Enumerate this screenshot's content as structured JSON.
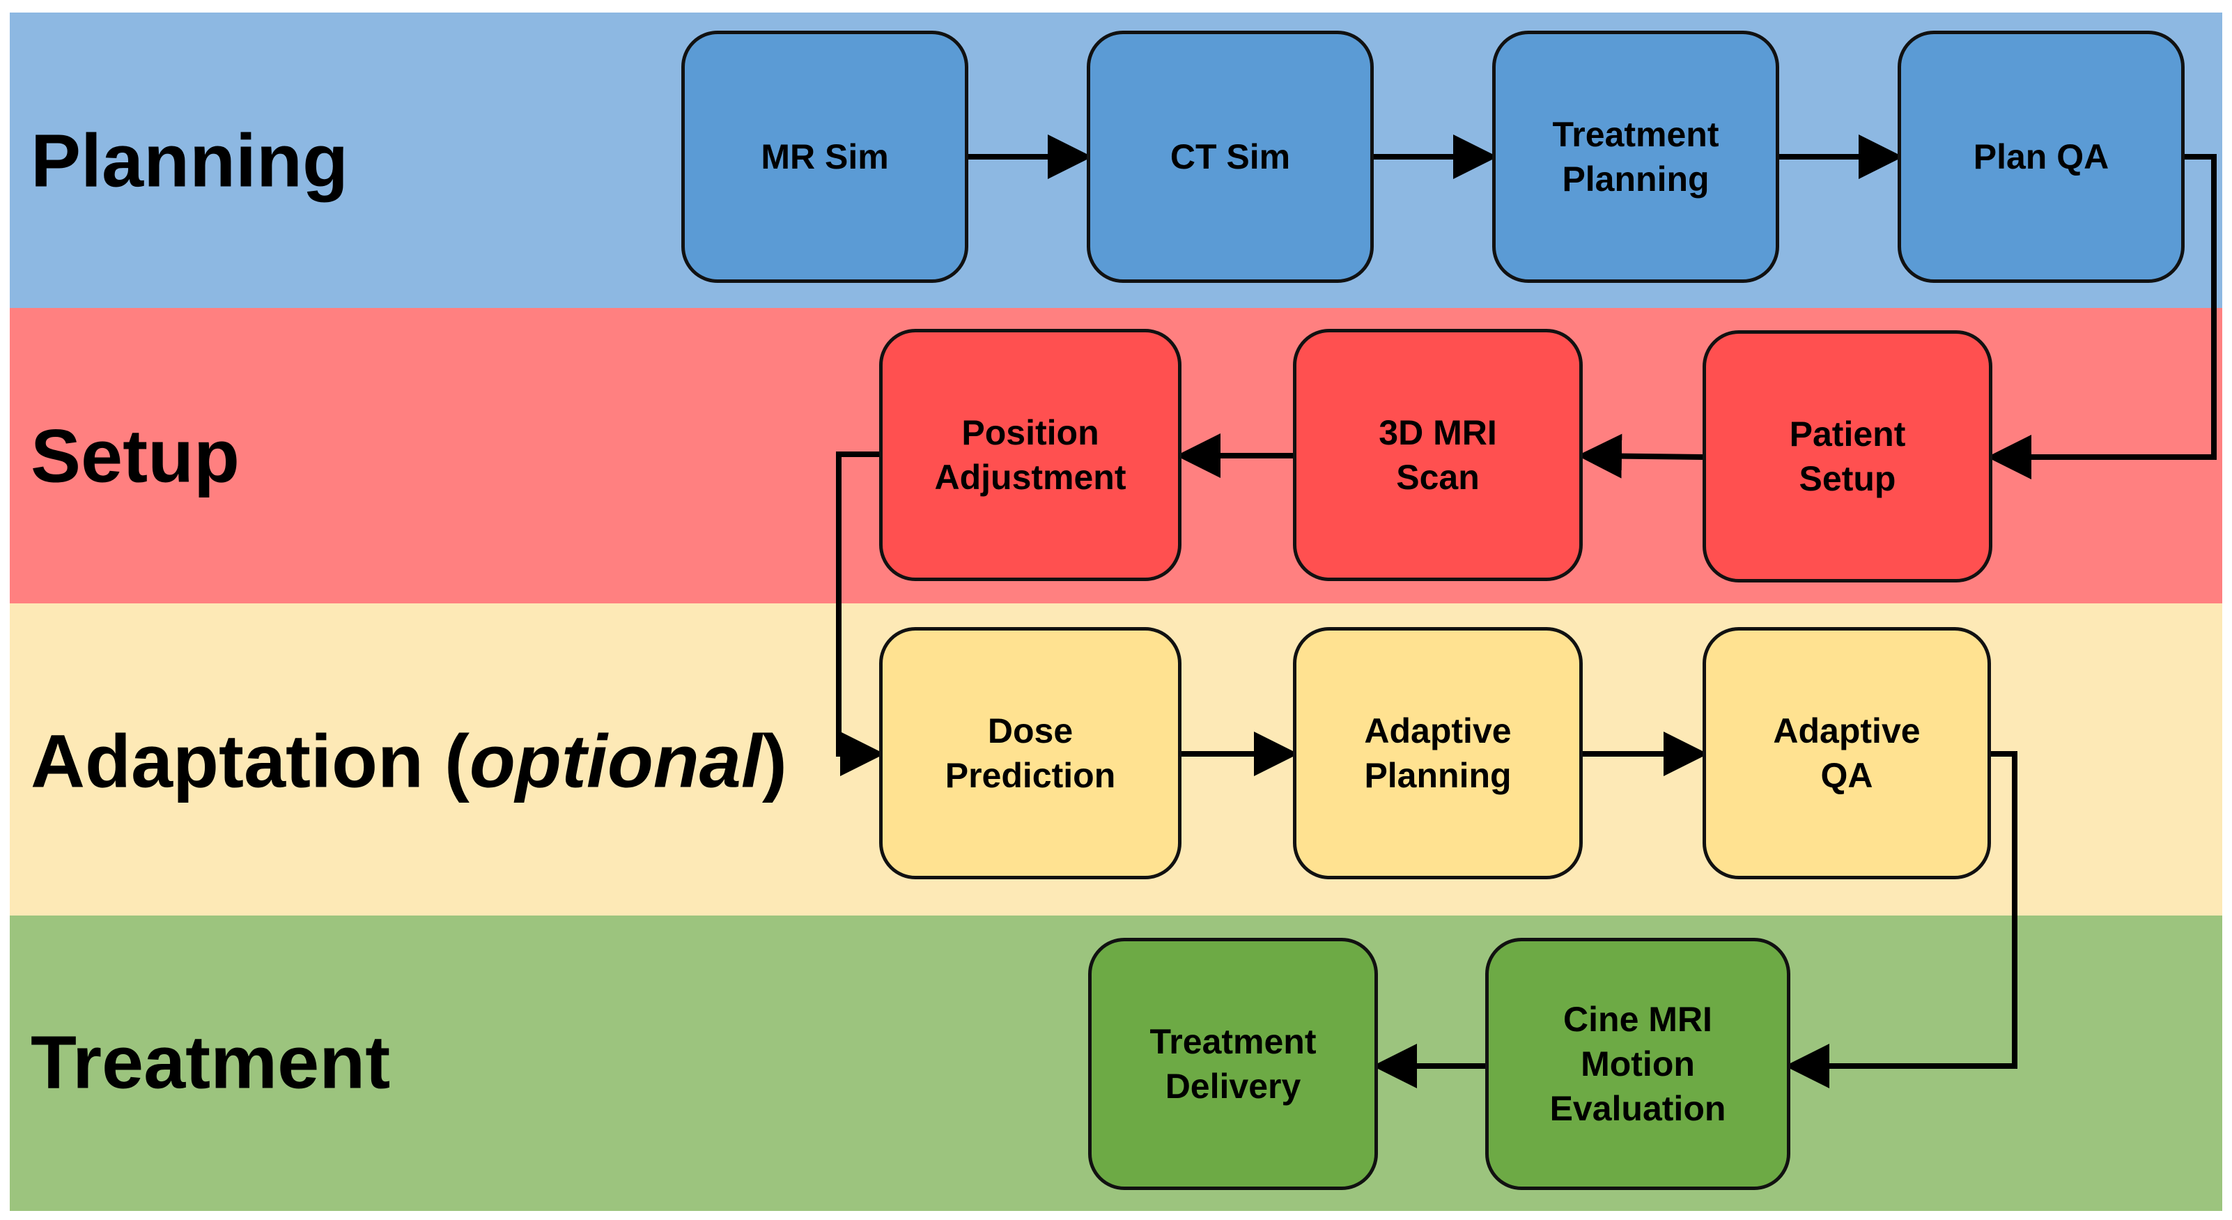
{
  "colors": {
    "planning_band": "#8db8e2",
    "planning_box": "#5b9bd5",
    "setup_band": "#ff8080",
    "setup_box": "#ff5050",
    "adaptation_band": "#fde9b6",
    "adaptation_box": "#ffe291",
    "treatment_band": "#9cc47e",
    "treatment_box": "#6daa45"
  },
  "lanes": {
    "planning": {
      "label": "Planning"
    },
    "setup": {
      "label": "Setup"
    },
    "adaptation": {
      "label_main": "Adaptation (",
      "label_italic": "optional",
      "label_end": ")"
    },
    "treatment": {
      "label": "Treatment"
    }
  },
  "nodes": {
    "mr_sim": "MR Sim",
    "ct_sim": "CT Sim",
    "treatment_planning": "Treatment\nPlanning",
    "plan_qa": "Plan QA",
    "patient_setup": "Patient\nSetup",
    "mri_scan_3d": "3D MRI\nScan",
    "position_adjustment": "Position\nAdjustment",
    "dose_prediction": "Dose\nPrediction",
    "adaptive_planning": "Adaptive\nPlanning",
    "adaptive_qa": "Adaptive\nQA",
    "cine_mri": "Cine MRI\nMotion\nEvaluation",
    "treatment_delivery": "Treatment\nDelivery"
  }
}
